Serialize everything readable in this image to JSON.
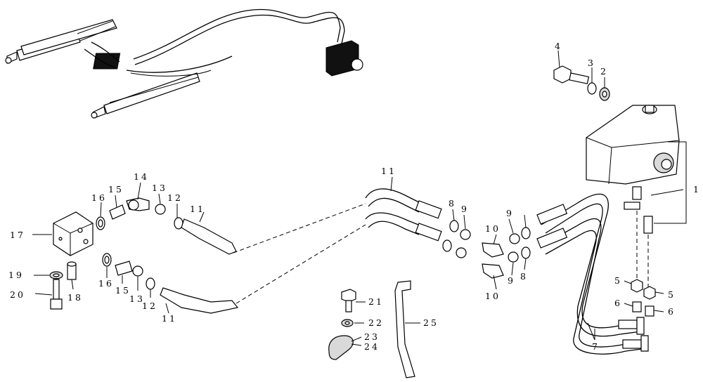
{
  "callouts": [
    {
      "id": "c1",
      "text": "1"
    },
    {
      "id": "c2",
      "text": "2"
    },
    {
      "id": "c3",
      "text": "3"
    },
    {
      "id": "c4",
      "text": "4"
    },
    {
      "id": "c5a",
      "text": "5"
    },
    {
      "id": "c5b",
      "text": "5"
    },
    {
      "id": "c6a",
      "text": "6"
    },
    {
      "id": "c6b",
      "text": "6"
    },
    {
      "id": "c7",
      "text": "7"
    },
    {
      "id": "c8a",
      "text": "8"
    },
    {
      "id": "c8b",
      "text": "8"
    },
    {
      "id": "c9a",
      "text": "9"
    },
    {
      "id": "c9b",
      "text": "9"
    },
    {
      "id": "c9c",
      "text": "9"
    },
    {
      "id": "c10a",
      "text": "10"
    },
    {
      "id": "c10b",
      "text": "10"
    },
    {
      "id": "c11a",
      "text": "11"
    },
    {
      "id": "c11b",
      "text": "11"
    },
    {
      "id": "c11c",
      "text": "11"
    },
    {
      "id": "c12a",
      "text": "12"
    },
    {
      "id": "c12b",
      "text": "12"
    },
    {
      "id": "c13a",
      "text": "13"
    },
    {
      "id": "c13b",
      "text": "13"
    },
    {
      "id": "c14",
      "text": "14"
    },
    {
      "id": "c15a",
      "text": "15"
    },
    {
      "id": "c15b",
      "text": "15"
    },
    {
      "id": "c16a",
      "text": "16"
    },
    {
      "id": "c16b",
      "text": "16"
    },
    {
      "id": "c17",
      "text": "17"
    },
    {
      "id": "c18",
      "text": "18"
    },
    {
      "id": "c19",
      "text": "19"
    },
    {
      "id": "c20",
      "text": "20"
    },
    {
      "id": "c21",
      "text": "21"
    },
    {
      "id": "c22",
      "text": "22"
    },
    {
      "id": "c23",
      "text": "23"
    },
    {
      "id": "c24",
      "text": "24"
    },
    {
      "id": "c25",
      "text": "25"
    }
  ]
}
